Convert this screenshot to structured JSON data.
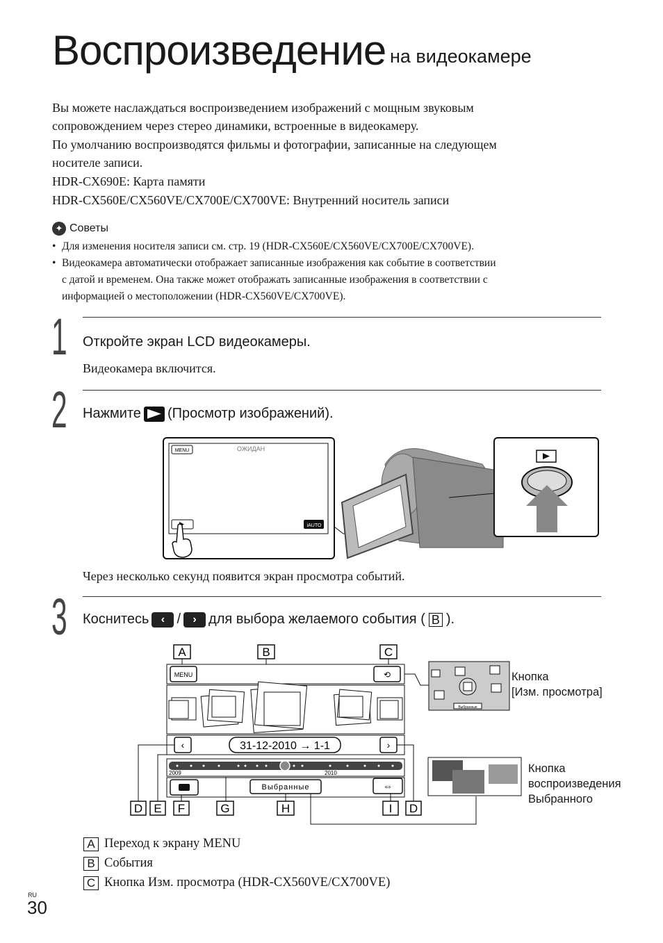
{
  "title": {
    "main": "Воспроизведение",
    "sub": "на видеокамере"
  },
  "intro": [
    "Вы можете наслаждаться воспроизведением изображений с мощным звуковым",
    "сопровождением через стерео динамики, встроенные в видеокамеру.",
    "По умолчанию воспроизводятся фильмы и фотографии, записанные на следующем",
    "носителе записи.",
    "HDR-CX690E: Карта памяти",
    "HDR-CX560E/CX560VE/CX700E/CX700VE: Внутренний носитель записи"
  ],
  "tips": {
    "heading": "Советы",
    "icon": "lightbulb-icon",
    "items": [
      [
        "Для изменения носителя записи см. стр. 19 (HDR-CX560E/CX560VE/CX700E/CX700VE)."
      ],
      [
        "Видеокамера автоматически отображает записанные изображения как событие в соответствии",
        "с датой и временем. Она также может отображать записанные изображения в соответствии с",
        "информацией о местоположении (HDR-CX560VE/CX700VE)."
      ]
    ]
  },
  "steps": [
    {
      "num": "1",
      "title": "Откройте экран LCD видеокамеры.",
      "text": "Видеокамера включится."
    },
    {
      "num": "2",
      "title_before": "Нажмите",
      "title_after": "(Просмотр изображений).",
      "text": "Через несколько секунд появится экран просмотра событий."
    },
    {
      "num": "3",
      "title_before": "Коснитесь",
      "title_sep": "/",
      "title_mid": "для выбора желаемого события (",
      "title_letter": "B",
      "title_after": ")."
    }
  ],
  "fig2": {
    "menu": "MENU",
    "status": "ОЖИДАН",
    "iauto": "iAUTO"
  },
  "fig3": {
    "menu": "MENU",
    "date_range": "31-12-2010 → 1-1",
    "year_start": "2009",
    "year_end": "2010",
    "highlights": "Выбранные",
    "letters_top": [
      "A",
      "B",
      "C"
    ],
    "letters_bottom": [
      "D",
      "E",
      "F",
      "G",
      "H",
      "I",
      "D"
    ],
    "thumb_label": "Выбранные"
  },
  "callouts": {
    "view_change": [
      "Кнопка",
      "[Изм. просмотра]"
    ],
    "highlight_play": [
      "Кнопка",
      "воспроизведения",
      "Выбранного"
    ]
  },
  "legend": [
    {
      "letter": "A",
      "text": "Переход к экрану MENU"
    },
    {
      "letter": "B",
      "text": "События"
    },
    {
      "letter": "C",
      "text": "Кнопка Изм. просмотра (HDR-CX560VE/CX700VE)"
    }
  ],
  "page": {
    "lang": "RU",
    "number": "30"
  }
}
